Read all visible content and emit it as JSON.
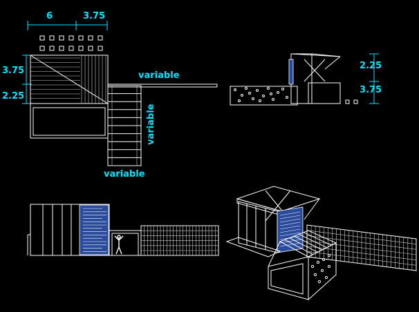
{
  "dimensions": {
    "top_width_left": "6",
    "top_width_right": "3.75",
    "left_height_top": "3.75",
    "left_height_bottom": "2.25",
    "ramp_length_label": "variable",
    "walkway_vertical_label": "variable",
    "walkway_bottom_label": "variable",
    "side_height_top": "2.25",
    "side_height_bottom": "3.75"
  },
  "colors": {
    "background": "#000000",
    "lines": "#ffffff",
    "dimension_text": "#00e5ff",
    "panel_blue": "#2a4b9b"
  },
  "views": [
    "plan",
    "side-elevation",
    "front-elevation",
    "isometric"
  ]
}
